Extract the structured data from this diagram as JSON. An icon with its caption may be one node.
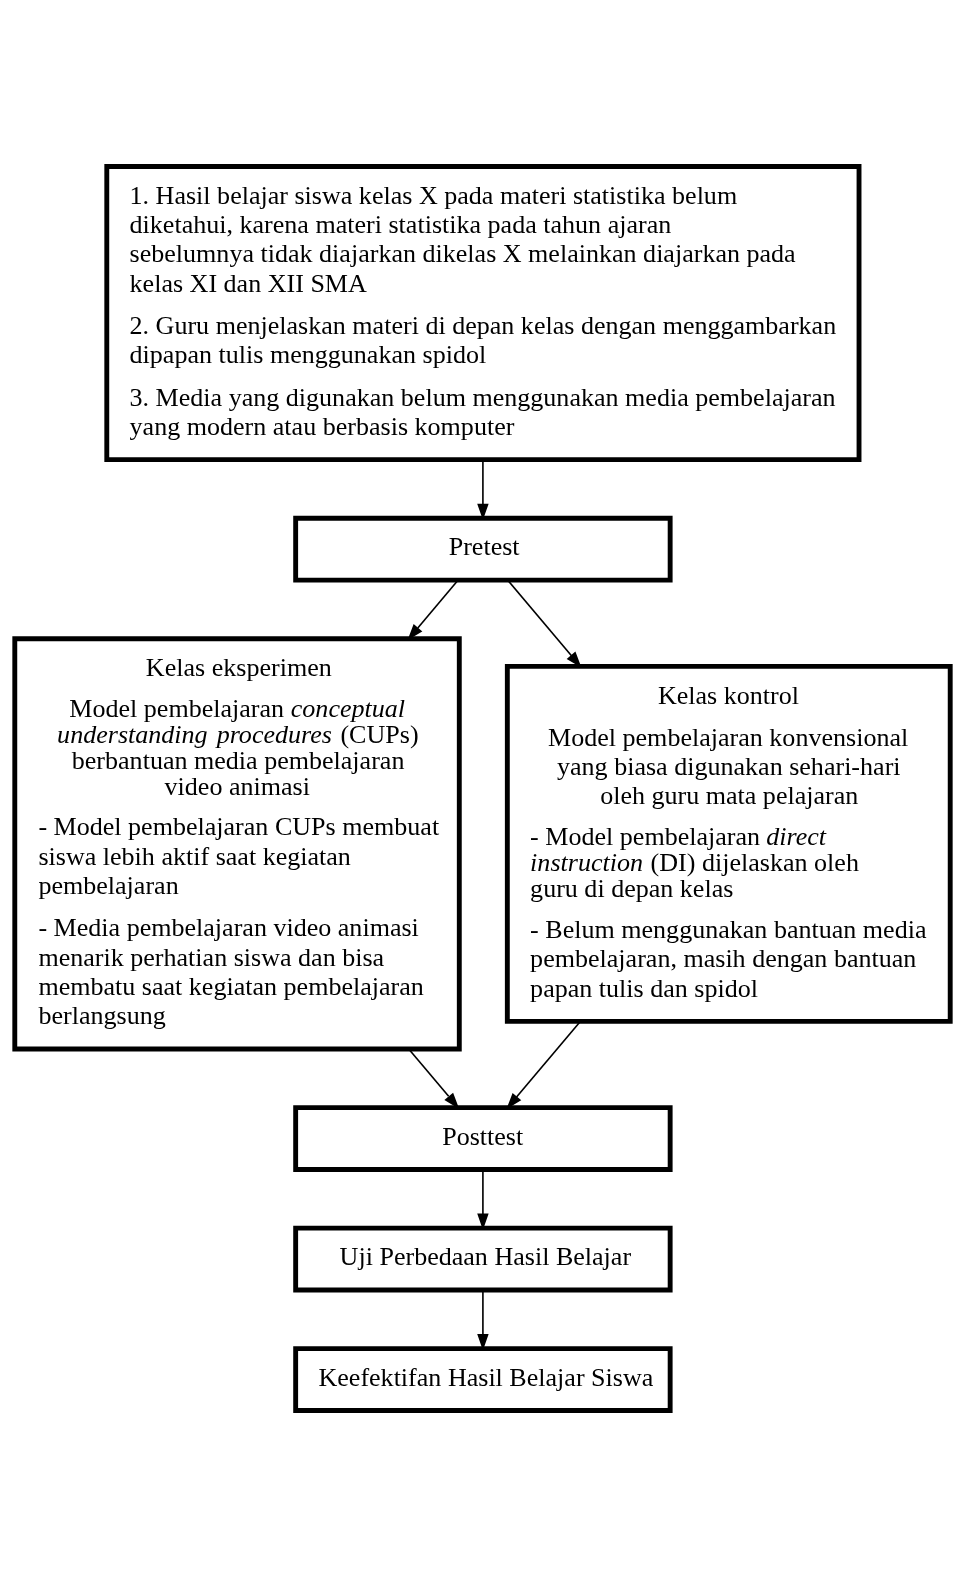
{
  "diagram": {
    "nodes": [
      {
        "text": [
          "1. Hasil belajar siswa kelas X pada materi statistika belum diketahui, karena materi statistika pada tahun ajaran sebelumnya tidak diajarkan dikelas X melainkan diajarkan pada kelas XI dan XII SMA",
          "2. Guru menjelaskan materi di depan kelas dengan menggambarkan dipapan tulis menggunakan spidol",
          "3. Media yang digunakan belum menggunakan media pembelajaran yang modern atau berbasis komputer"
        ]
      },
      {
        "text": [
          "Pretest"
        ]
      },
      {
        "text": [
          "Kelas eksperimen",
          "Model pembelajaran *conceptual understanding procedures* (CUPs) berbantuan media pembelajaran video animasi",
          "- Model pembelajaran CUPs membuat siswa lebih aktif saat kegiatan pembelajaran",
          "- Media pembelajaran video animasi menarik perhatian siswa dan bisa membatu saat kegiatan pembelajaran berlangsung"
        ]
      },
      {
        "text": [
          "Kelas kontrol",
          "Model pembelajaran konvensional yang biasa digunakan sehari-hari oleh guru mata pelajaran",
          "- Model pembelajaran *direct instruction* (DI) dijelaskan oleh guru di depan kelas",
          "- Belum menggunakan bantuan media pembelajaran, masih dengan bantuan papan tulis dan spidol"
        ]
      },
      {
        "text": [
          "Posttest"
        ]
      },
      {
        "text": [
          "Uji Perbedaan Hasil Belajar"
        ]
      },
      {
        "text": [
          "Keefektifan Hasil Belajar Siswa"
        ]
      }
    ],
    "edges": [
      {
        "from": 0,
        "to": 1,
        "arrow": "to"
      },
      {
        "from": 1,
        "to": 2,
        "arrow": "to"
      },
      {
        "from": 1,
        "to": 3,
        "arrow": "to"
      },
      {
        "from": 2,
        "to": 4,
        "arrow": "to"
      },
      {
        "from": 3,
        "to": 4,
        "arrow": "to"
      },
      {
        "from": 4,
        "to": 5,
        "arrow": "to"
      },
      {
        "from": 5,
        "to": 6,
        "arrow": "to"
      }
    ]
  }
}
